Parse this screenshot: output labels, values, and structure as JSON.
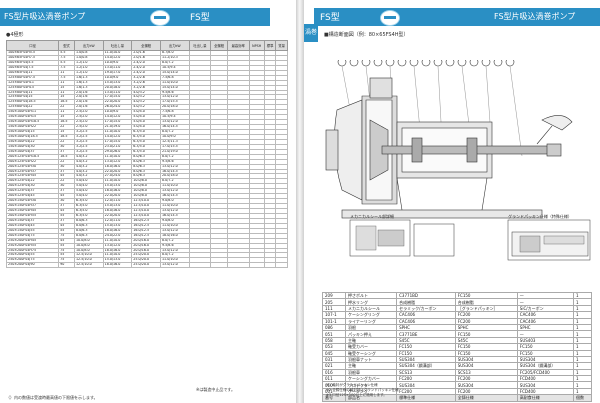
{
  "left_page": {
    "header_title": "FS型片吸込渦巻ポンプ",
    "header_model": "FS型",
    "section_label": "●4極形",
    "footnote_left": "（）内の数値は受渡時最高値の下限値を示します。",
    "footnote_right": "※は製造中止品です。",
    "columns": [
      "口径",
      "型式",
      "出力kW",
      "吐出し量",
      "全揚程",
      "出力kW",
      "吐出し量",
      "全揚程",
      "最高効率",
      "NPSH",
      "標準",
      "質量"
    ],
    "rows": [
      [
        "100×65FS4H5.5",
        "5.5",
        "1.0/0.8",
        "11.0/10.0",
        "2.0/1.6",
        "8.7/8.0"
      ],
      [
        "100×65FS4H7.5",
        "7.5",
        "1.0/0.8",
        "14.0/12.0",
        "2.0/1.6",
        "11.2/10.3"
      ],
      [
        "100×65FS4J5.5",
        "5.5",
        "1.2/1.0",
        "10.0/9.0",
        "2.4/2.0",
        "8.0/7.2"
      ],
      [
        "100×65FS4J7.5",
        "7.5",
        "1.2/1.0",
        "13.0/11.0",
        "2.4/2.0",
        "10.5/9.4"
      ],
      [
        "100×65FS4J11",
        "11",
        "1.2/1.0",
        "19.0/17.0",
        "2.4/2.0",
        "15.0/14.0"
      ],
      [
        "125×80FS4H7.5",
        "7.5",
        "1.6/1.3",
        "10.0/9.0",
        "3.2/2.6",
        "7.5/6.8"
      ],
      [
        "125×80FS4H11",
        "11",
        "1.6/1.3",
        "15.0/13.0",
        "3.2/2.6",
        "11.0/10.0"
      ],
      [
        "125×80FS4H15",
        "15",
        "1.6/1.3",
        "20.0/18.0",
        "3.2/2.6",
        "15.0/14.0"
      ],
      [
        "125×80FS4J11",
        "11",
        "2.0/1.6",
        "13.0/11.0",
        "4.0/3.2",
        "9.5/8.6"
      ],
      [
        "125×80FS4J15",
        "15",
        "2.0/1.6",
        "17.0/15.0",
        "4.0/3.2",
        "13.0/12.0"
      ],
      [
        "125×80FS4J18.5",
        "18.5",
        "2.0/1.6",
        "22.0/20.0",
        "4.0/3.2",
        "17.0/15.5"
      ],
      [
        "125×80FS4J22",
        "22",
        "2.0/1.6",
        "26.0/24.0",
        "4.0/3.2",
        "20.0/18.0"
      ],
      [
        "150×100FS4H11",
        "11",
        "2.5/2.0",
        "10.0/9.0",
        "5.0/4.0",
        "7.5/6.8"
      ],
      [
        "150×100FS4H15",
        "15",
        "2.5/2.0",
        "14.0/12.0",
        "5.0/4.0",
        "10.5/9.4"
      ],
      [
        "150×100FS4H18.5",
        "18.5",
        "2.5/2.0",
        "17.0/15.0",
        "5.0/4.0",
        "13.0/12.0"
      ],
      [
        "150×100FS4H22",
        "22",
        "2.5/2.0",
        "21.0/19.0",
        "5.0/4.0",
        "16.0/14.5"
      ],
      [
        "150×100FS4J15",
        "15",
        "3.2/2.5",
        "11.0/10.0",
        "6.3/5.0",
        "8.0/7.2"
      ],
      [
        "150×100FS4J18.5",
        "18.5",
        "3.2/2.5",
        "14.0/12.0",
        "6.3/5.0",
        "10.0/9.0"
      ],
      [
        "150×100FS4J22",
        "22",
        "3.2/2.5",
        "17.0/15.0",
        "6.3/5.0",
        "12.5/11.3"
      ],
      [
        "150×100FS4J30",
        "30",
        "3.2/2.5",
        "23.0/21.0",
        "6.3/5.0",
        "17.0/15.5"
      ],
      [
        "150×100FS4J37",
        "37",
        "3.2/2.5",
        "29.0/26.0",
        "6.3/5.0",
        "21.0/19.0"
      ],
      [
        "200×125FS4H18.5",
        "18.5",
        "4.0/3.2",
        "11.0/10.0",
        "8.0/6.3",
        "8.0/7.2"
      ],
      [
        "200×125FS4H22",
        "22",
        "4.0/3.2",
        "13.0/12.0",
        "8.0/6.3",
        "9.5/8.6"
      ],
      [
        "200×125FS4H30",
        "30",
        "4.0/3.2",
        "18.0/16.0",
        "8.0/6.3",
        "13.0/12.0"
      ],
      [
        "200×125FS4H37",
        "37",
        "4.0/3.2",
        "22.0/20.0",
        "8.0/6.3",
        "16.0/14.5"
      ],
      [
        "200×125FS4H45",
        "45",
        "4.0/3.2",
        "27.0/24.0",
        "8.0/6.3",
        "20.0/18.0"
      ],
      [
        "200×125FS4J22",
        "22",
        "5.0/4.0",
        "11.0/10.0",
        "10.0/8.0",
        "8.0/7.2"
      ],
      [
        "200×125FS4J30",
        "30",
        "5.0/4.0",
        "15.0/13.0",
        "10.0/8.0",
        "11.0/10.0"
      ],
      [
        "200×125FS4J37",
        "37",
        "5.0/4.0",
        "18.0/16.0",
        "10.0/8.0",
        "13.0/12.0"
      ],
      [
        "200×125FS4J45",
        "45",
        "5.0/4.0",
        "22.0/20.0",
        "10.0/8.0",
        "16.0/14.5"
      ],
      [
        "200×150FS4H30",
        "30",
        "6.3/5.0",
        "12.0/11.0",
        "12.5/10.0",
        "9.0/8.0"
      ],
      [
        "200×150FS4H37",
        "37",
        "6.3/5.0",
        "15.0/13.0",
        "12.5/10.0",
        "11.0/10.0"
      ],
      [
        "200×150FS4H45",
        "45",
        "6.3/5.0",
        "18.0/16.0",
        "12.5/10.0",
        "13.0/12.0"
      ],
      [
        "200×150FS4H55",
        "55",
        "6.3/5.0",
        "22.0/20.0",
        "12.5/10.0",
        "16.0/14.5"
      ],
      [
        "200×150FS4J37",
        "37",
        "8.0/6.3",
        "12.0/11.0",
        "16.0/12.5",
        "9.0/8.0"
      ],
      [
        "200×150FS4J45",
        "45",
        "8.0/6.3",
        "15.0/13.0",
        "16.0/12.5",
        "11.0/10.0"
      ],
      [
        "200×150FS4J55",
        "55",
        "8.0/6.3",
        "18.0/16.0",
        "16.0/12.5",
        "13.0/12.0"
      ],
      [
        "200×150FS4J75",
        "75",
        "8.0/6.3",
        "24.0/22.0",
        "16.0/12.5",
        "18.0/16.0"
      ],
      [
        "250×200FS4H45",
        "45",
        "10.0/8.0",
        "11.0/10.0",
        "20.0/16.0",
        "8.0/7.2"
      ],
      [
        "250×200FS4H55",
        "55",
        "10.0/8.0",
        "13.0/12.0",
        "20.0/16.0",
        "9.5/8.6"
      ],
      [
        "250×200FS4H75",
        "75",
        "10.0/8.0",
        "18.0/16.0",
        "20.0/16.0",
        "13.0/12.0"
      ],
      [
        "250×200FS4J55",
        "55",
        "12.5/10.0",
        "11.0/10.0",
        "25.0/20.0",
        "8.0/7.2"
      ],
      [
        "250×200FS4J75",
        "75",
        "12.5/10.0",
        "15.0/13.0",
        "25.0/20.0",
        "11.0/10.0"
      ],
      [
        "250×200FS4J90",
        "90",
        "12.5/10.0",
        "18.0/16.0",
        "25.0/20.0",
        "13.0/12.0"
      ]
    ]
  },
  "right_page": {
    "header_model": "FS型",
    "header_title": "FS型片吸込渦巻ポンプ",
    "side_tab": "渦巻",
    "section_title": "■構造断面図（例：80×65FS4H型）",
    "mech_seal_label": "メカニカルシール部詳細",
    "gland_label": "グランドパッキン仕様（特殊仕様）",
    "parts_header": [
      "番号",
      "部品名",
      "標準仕様",
      "全鋳仕様",
      "高耐食仕様",
      "個数"
    ],
    "parts": [
      [
        "209",
        "押さボルト",
        "C3771BD",
        "FC150",
        "—",
        "1"
      ],
      [
        "205",
        "押水リング",
        "合成樹脂",
        "合成樹脂",
        "—",
        "1"
      ],
      [
        "111",
        "メカニカルシール",
        "セラミック/カーボン",
        "［グランドパッキン］",
        "SiC/カーボン",
        "1"
      ],
      [
        "107-1",
        "ケーシングリング",
        "CAC406",
        "FC200",
        "CAC406",
        "1"
      ],
      [
        "101-1",
        "ライナーリング",
        "CAC406",
        "FC200",
        "CAC406",
        "1"
      ],
      [
        "086",
        "羽根",
        "SPHC",
        "SPHC",
        "SPHC",
        "1"
      ],
      [
        "051",
        "パッキン押え",
        "C3771BE",
        "FC150",
        "—",
        "1"
      ],
      [
        "058",
        "主軸",
        "S45C",
        "S45C",
        "SUS403",
        "1"
      ],
      [
        "053",
        "軸受カバー",
        "FC150",
        "FC150",
        "FC150",
        "1"
      ],
      [
        "045",
        "軸受ケーシング",
        "FC150",
        "FC150",
        "FC150",
        "1"
      ],
      [
        "031",
        "羽根車ナット",
        "SUS304",
        "SUS304",
        "SUS304",
        "1"
      ],
      [
        "021",
        "主軸",
        "SUS304（鋼溝部）",
        "SUS304",
        "SUS304（鋼溝部）",
        "1"
      ],
      [
        "016",
        "羽根車",
        "SCS13",
        "SCS13",
        "FC205/FCD400",
        "1"
      ],
      [
        "011",
        "ケーシングカバー",
        "FC200",
        "FC200",
        "FCD400",
        "1"
      ],
      [
        "010",
        "プロテクタ",
        "SUS304",
        "SUS304",
        "SUS304",
        "1"
      ],
      [
        "001",
        "ケーシング",
        "FC200",
        "FC200",
        "FCD400",
        "1"
      ]
    ],
    "notes": [
      "※1 軸封がグランドパッキン仕様",
      "※2 全鋳仕様の軸封部はグランドパッキン仕様",
      "※3 口径125×100以上に適用します。"
    ]
  }
}
